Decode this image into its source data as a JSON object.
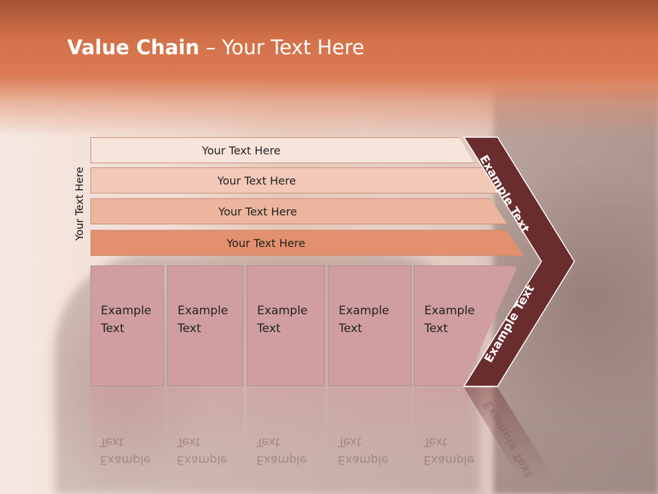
{
  "title": {
    "bold": "Value Chain",
    "rest": " – Your Text Here"
  },
  "side_label": "Your Text Here",
  "bars": [
    {
      "label": "Your Text Here"
    },
    {
      "label": "Your Text Here"
    },
    {
      "label": "Your Text Here"
    },
    {
      "label": "Your Text Here"
    }
  ],
  "activities": [
    {
      "label": "Example\nText"
    },
    {
      "label": "Example\nText"
    },
    {
      "label": "Example\nText"
    },
    {
      "label": "Example\nText"
    },
    {
      "label": "Example\nText"
    }
  ],
  "chevron": {
    "top_label": "Example Text",
    "bottom_label": "Example Text",
    "color": "#6a2d2d"
  },
  "colors": {
    "header": "#d27149",
    "bar1": "#f8e4db",
    "bar2": "#f2c9b8",
    "bar3": "#ecb59e",
    "bar4": "#e2906e",
    "box": "#d09ea0"
  }
}
